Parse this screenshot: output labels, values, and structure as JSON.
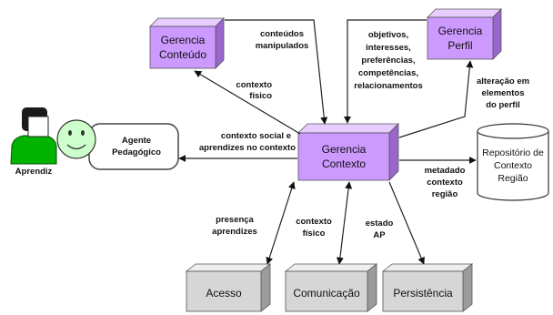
{
  "diagram": {
    "nodes": {
      "gerencia_conteudo": {
        "lines": [
          "Gerencia",
          "Conteúdo"
        ]
      },
      "gerencia_perfil": {
        "lines": [
          "Gerencia",
          "Perfil"
        ]
      },
      "gerencia_contexto": {
        "lines": [
          "Gerencia",
          "Contexto"
        ]
      },
      "agente_pedagogico": {
        "lines": [
          "Agente",
          "Pedagógico"
        ]
      },
      "aprendiz": {
        "label": "Aprendiz"
      },
      "repositorio": {
        "lines": [
          "Repositório de",
          "Contexto",
          "Região"
        ]
      },
      "acesso": {
        "label": "Acesso"
      },
      "comunicacao": {
        "label": "Comunicação"
      },
      "persistencia": {
        "label": "Persistência"
      }
    },
    "edge_labels": {
      "conteudos_manipulados": [
        "conteúdos",
        "manipulados"
      ],
      "perfil_info": [
        "objetivos,",
        "interesses,",
        "preferências,",
        "competências,",
        "relacionamentos"
      ],
      "alteracao_perfil": [
        "alteração em",
        "elementos",
        "do perfil"
      ],
      "contexto_fisico_conteudo": [
        "contexto",
        "físico"
      ],
      "contexto_social": [
        "contexto social e",
        "aprendizes no contexto"
      ],
      "metadado": [
        "metadado",
        "contexto",
        "região"
      ],
      "presenca": [
        "presença",
        "aprendizes"
      ],
      "contexto_fisico_comunicacao": [
        "contexto",
        "físico"
      ],
      "estado_ap": [
        "estado",
        "AP"
      ]
    }
  },
  "icons": {
    "aprendiz": "person-icon",
    "agente": "smiley-icon",
    "repositorio": "database-cylinder-icon"
  },
  "colors": {
    "manager_front": "#cc99ff",
    "manager_top": "#e6ccff",
    "manager_side": "#9966cc",
    "module_front": "#d6d6d6",
    "module_top": "#eeeeee",
    "module_side": "#9c9c9c",
    "shirt": "#00b400",
    "agent_face": "#ccffcc"
  }
}
